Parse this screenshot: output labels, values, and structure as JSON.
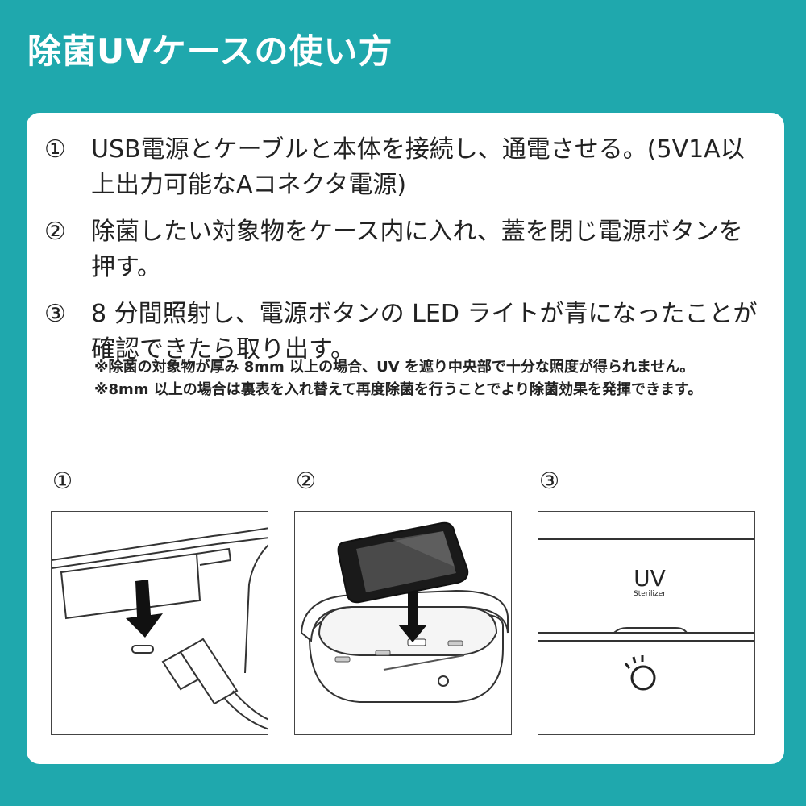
{
  "title": "除菌UVケースの使い方",
  "steps": [
    {
      "num": "①",
      "text": "USB電源とケーブルと本体を接続し、通電させる。(5V1A以上出力可能なAコネクタ電源)"
    },
    {
      "num": "②",
      "text": "除菌したい対象物をケース内に入れ、蓋を閉じ電源ボタンを押す。"
    },
    {
      "num": "③",
      "text": "8 分間照射し、電源ボタンの LED ライトが青になったことが確認できたら取り出す。"
    }
  ],
  "notes": [
    "※除菌の対象物が厚み 8mm 以上の場合、UV を遮り中央部で十分な照度が得られません。",
    "※8mm 以上の場合は裏表を入れ替えて再度除菌を行うことでより除菌効果を発揮できます。"
  ],
  "panels": [
    {
      "label": "①",
      "icons": [
        "usb-port-icon",
        "usb-cable-icon",
        "arrow-down-icon"
      ]
    },
    {
      "label": "②",
      "icons": [
        "smartphone-icon",
        "arrow-down-icon",
        "open-case-icon"
      ]
    },
    {
      "label": "③",
      "icons": [
        "closed-case-icon",
        "power-button-icon"
      ],
      "logo_main": "UV",
      "logo_sub": "Sterilizer"
    }
  ]
}
